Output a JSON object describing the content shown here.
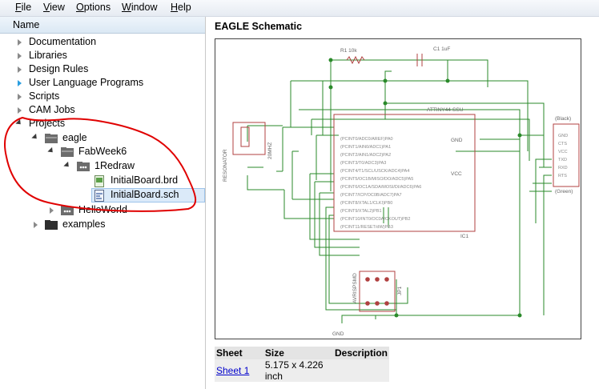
{
  "menu": [
    "File",
    "View",
    "Options",
    "Window",
    "Help"
  ],
  "tree": {
    "header": "Name",
    "items": [
      {
        "label": "Documentation"
      },
      {
        "label": "Libraries"
      },
      {
        "label": "Design Rules"
      },
      {
        "label": "User Language Programs"
      },
      {
        "label": "Scripts"
      },
      {
        "label": "CAM Jobs"
      },
      {
        "label": "Projects"
      },
      {
        "label": "eagle"
      },
      {
        "label": "FabWeek6"
      },
      {
        "label": "1Redraw"
      },
      {
        "label": "InitialBoard.brd"
      },
      {
        "label": "InitialBoard.sch"
      },
      {
        "label": "HelloWorld"
      },
      {
        "label": "examples"
      }
    ]
  },
  "preview": {
    "title": "EAGLE Schematic",
    "schematic_labels": {
      "r1": "R1 10k",
      "c1": "C1 1uF",
      "ic_name": "ATTINY44-SSU",
      "ic_ref": "IC1",
      "vcc": "VCC",
      "gnd": "GND",
      "resonator": "RESONATOR",
      "res_val": "20MHZ",
      "jp1": "JP1",
      "avrisp": "AVRISPSMD",
      "ftdi_top": "(Black)",
      "ftdi_bot": "(Green)",
      "gnd_sym": "GND",
      "ic_pins_left": [
        "(PCINT0/ADC0/AREF)PA0",
        "(PCINT1/AIN0/ADC1)PA1",
        "(PCINT2/AIN1/ADC2)PA2",
        "(PCINT3/T0/ADC3)PA3",
        "(PCINT4/T1/SCL/USCK/ADC4)PA4",
        "(PCINT5/OC1B/MISO/DO/ADC5)PA5",
        "(PCINT6/OC1A/SDA/MOSI/DI/ADC6)PA6",
        "(PCINT7/ICP/OC0B/ADC7)PA7",
        "(PCINT8/XTAL1/CLKI)PB0",
        "(PCINT9/XTAL2)PB1",
        "(PCINT10/INT0/OC0A/CKOUT)PB2",
        "(PCINT11/RESET/dW)PB3"
      ],
      "ftdi_pins": [
        "GND",
        "CTS",
        "VCC",
        "TXD",
        "RXD",
        "RTS"
      ]
    },
    "sheets": {
      "headers": [
        "Sheet",
        "Size",
        "Description"
      ],
      "rows": [
        {
          "sheet": "Sheet 1",
          "size": "5.175 x 4.226 inch",
          "description": ""
        }
      ]
    }
  }
}
